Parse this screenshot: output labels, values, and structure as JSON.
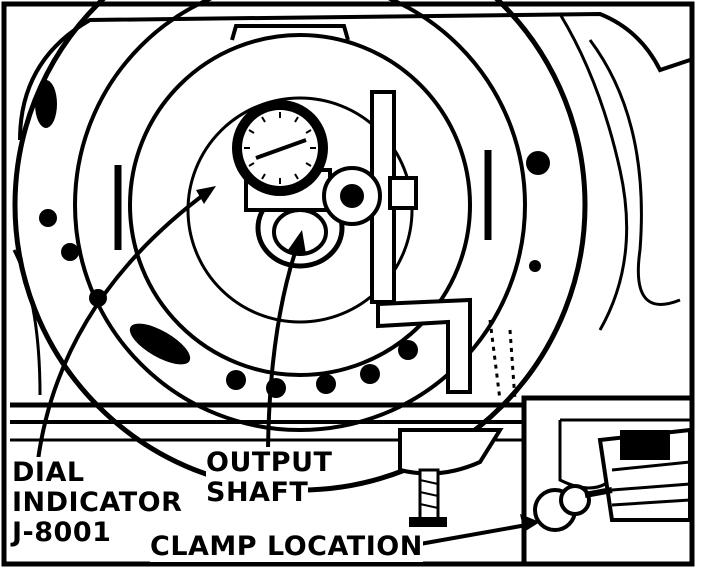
{
  "labels": {
    "dial_line1": "DIAL",
    "dial_line2": "INDICATOR",
    "dial_line3": "J-8001",
    "output_line1": "OUTPUT",
    "output_line2": "SHAFT",
    "clamp": "CLAMP LOCATION"
  },
  "colors": {
    "ink": "#000000",
    "paper": "#ffffff"
  }
}
